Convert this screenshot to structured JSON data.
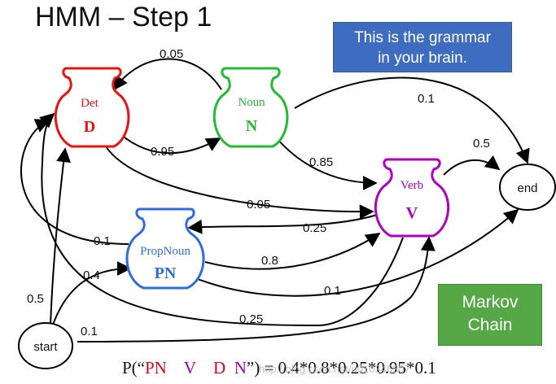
{
  "title": "HMM – Step 1",
  "note_box": {
    "line1": "This is the grammar",
    "line2": "in your brain."
  },
  "markov_box": {
    "line1": "Markov",
    "line2": "Chain"
  },
  "nodes": {
    "det": {
      "name": "Det",
      "symbol": "D",
      "color": "#ee1111"
    },
    "noun": {
      "name": "Noun",
      "symbol": "N",
      "color": "#22bb33"
    },
    "verb": {
      "name": "Verb",
      "symbol": "V",
      "color": "#b000c0"
    },
    "propnoun": {
      "name": "PropNoun",
      "symbol": "PN",
      "color": "#2f6ce0"
    },
    "start": {
      "label": "start"
    },
    "end": {
      "label": "end"
    }
  },
  "edges": {
    "noun_det": "0.05",
    "det_noun": "0.95",
    "noun_end": "0.1",
    "noun_verb": "0.85",
    "verb_end": "0.5",
    "det_verb": "0.05",
    "verb_propnoun": "0.25",
    "det_propnoun": "0.1",
    "propnoun_verb": "0.8",
    "start_propnoun": "0.4",
    "propnoun_end": "0.1",
    "start_det": "0.5",
    "verb_det": "0.25",
    "start_verb": "0.1"
  },
  "formula": {
    "prefix": "P(“",
    "pn": "PN",
    "v": "V",
    "d": "D",
    "n": "N",
    "suffix": "”) = 0.4*0.8*0.25*0.95*0.1"
  },
  "watermark": "http://blog.csdn.net/u010346307"
}
